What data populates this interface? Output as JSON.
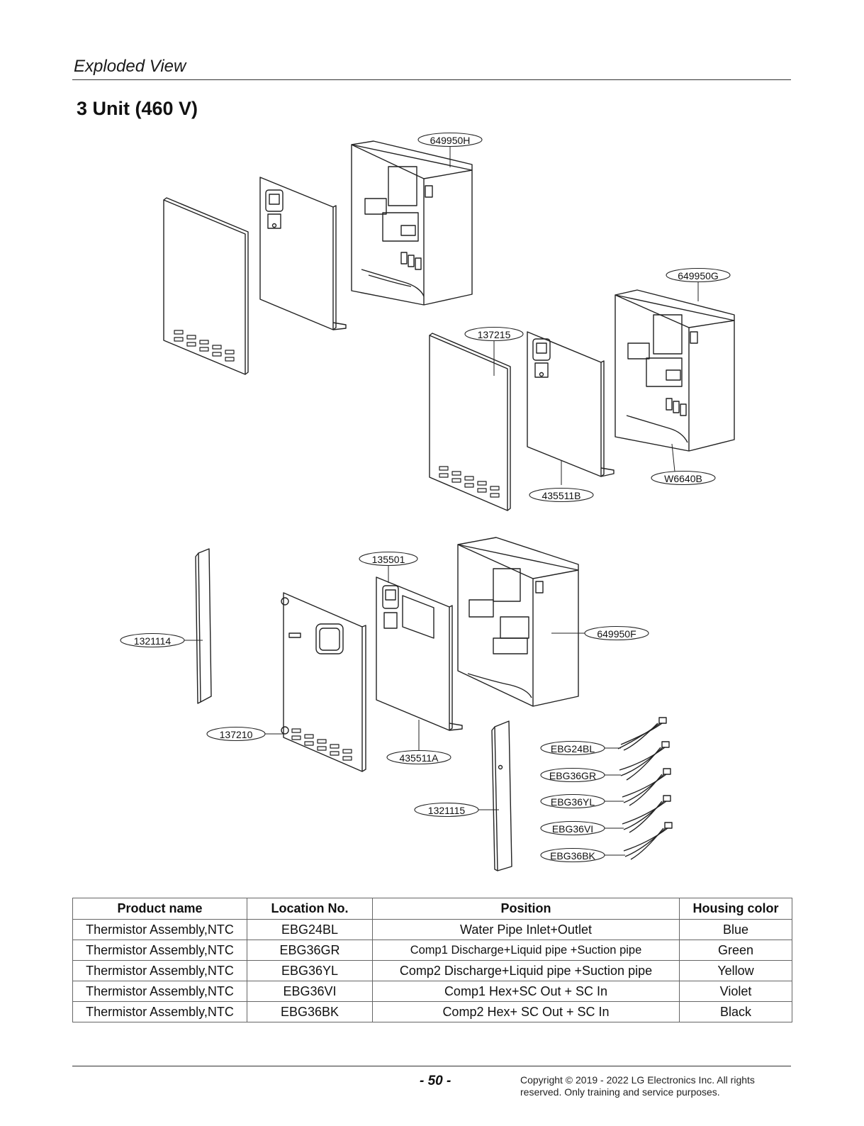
{
  "header": {
    "section": "Exploded View",
    "title": "3 Unit (460 V)"
  },
  "diagram": {
    "callouts": {
      "c_649950H": "649950H",
      "c_649950G": "649950G",
      "c_137215": "137215",
      "c_W6640B": "W6640B",
      "c_435511B": "435511B",
      "c_135501": "135501",
      "c_1321114": "1321114",
      "c_649950F": "649950F",
      "c_137210": "137210",
      "c_435511A": "435511A",
      "c_1321115": "1321115",
      "c_EBG24BL": "EBG24BL",
      "c_EBG36GR": "EBG36GR",
      "c_EBG36YL": "EBG36YL",
      "c_EBG36VI": "EBG36VI",
      "c_EBG36BK": "EBG36BK"
    }
  },
  "table": {
    "headers": [
      "Product name",
      "Location No.",
      "Position",
      "Housing color"
    ],
    "rows": [
      [
        "Thermistor Assembly,NTC",
        "EBG24BL",
        "Water Pipe Inlet+Outlet",
        "Blue"
      ],
      [
        "Thermistor Assembly,NTC",
        "EBG36GR",
        "Comp1 Discharge+Liquid pipe +Suction pipe",
        "Green"
      ],
      [
        "Thermistor Assembly,NTC",
        "EBG36YL",
        "Comp2 Discharge+Liquid pipe +Suction pipe",
        "Yellow"
      ],
      [
        "Thermistor Assembly,NTC",
        "EBG36VI",
        "Comp1 Hex+SC Out + SC In",
        "Violet"
      ],
      [
        "Thermistor Assembly,NTC",
        "EBG36BK",
        "Comp2 Hex+ SC Out + SC In",
        "Black"
      ]
    ]
  },
  "footer": {
    "page": "- 50 -",
    "copyright": "Copyright © 2019 - 2022 LG Electronics Inc. All rights reserved. Only training and service purposes."
  }
}
